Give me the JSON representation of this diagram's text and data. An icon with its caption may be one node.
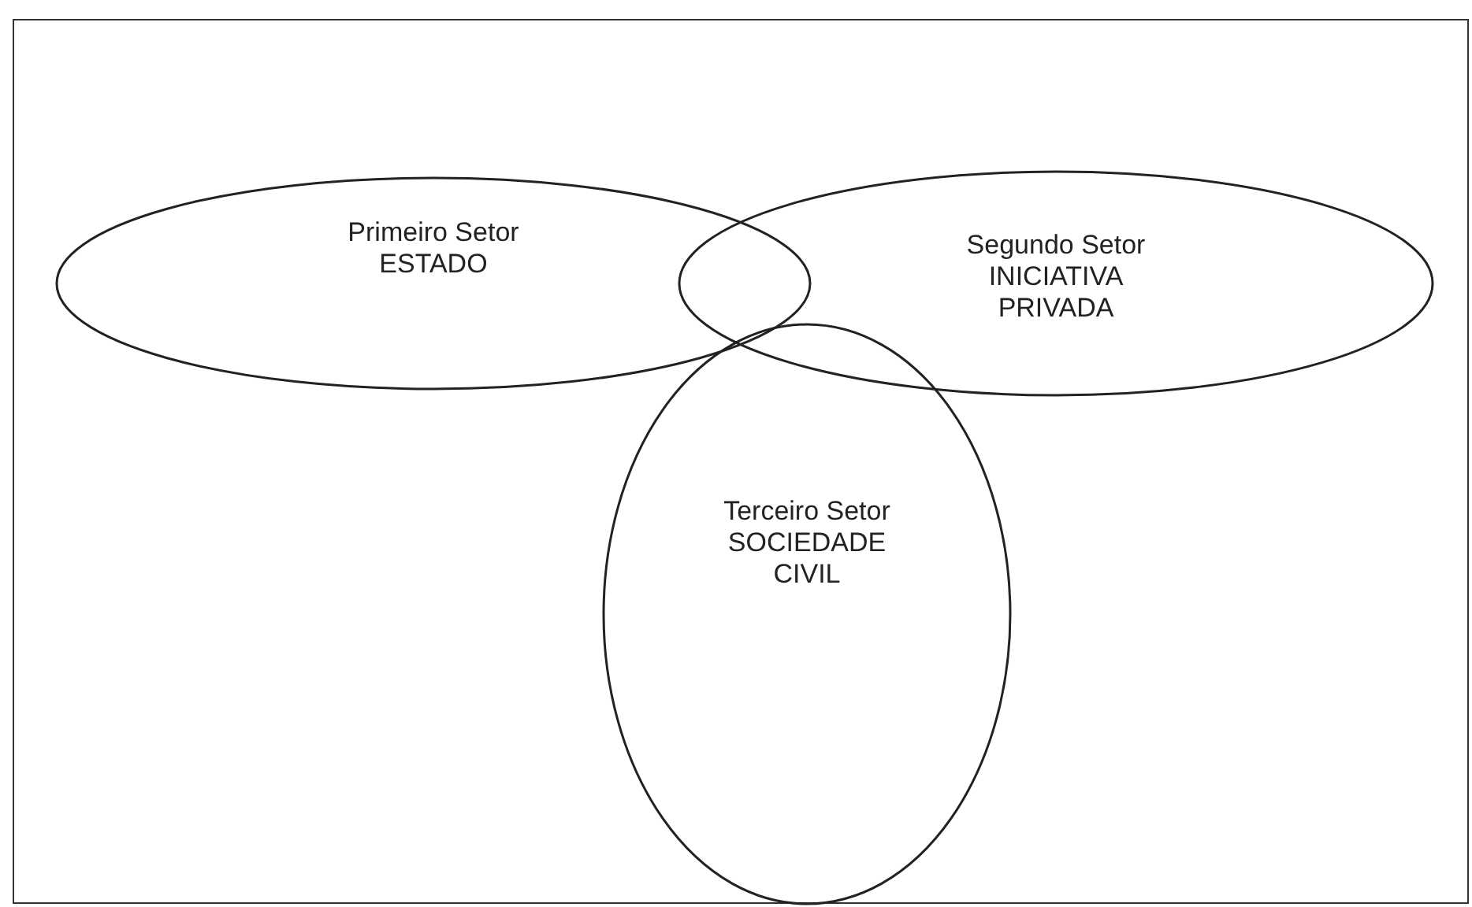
{
  "diagram": {
    "nodes": [
      {
        "text": [
          "Primeiro Setor",
          "ESTADO"
        ]
      },
      {
        "text": [
          "Segundo Setor",
          "INICIATIVA PRIVADA"
        ]
      },
      {
        "text": [
          "Terceiro Setor",
          "SOCIEDADE CIVIL"
        ]
      }
    ]
  }
}
